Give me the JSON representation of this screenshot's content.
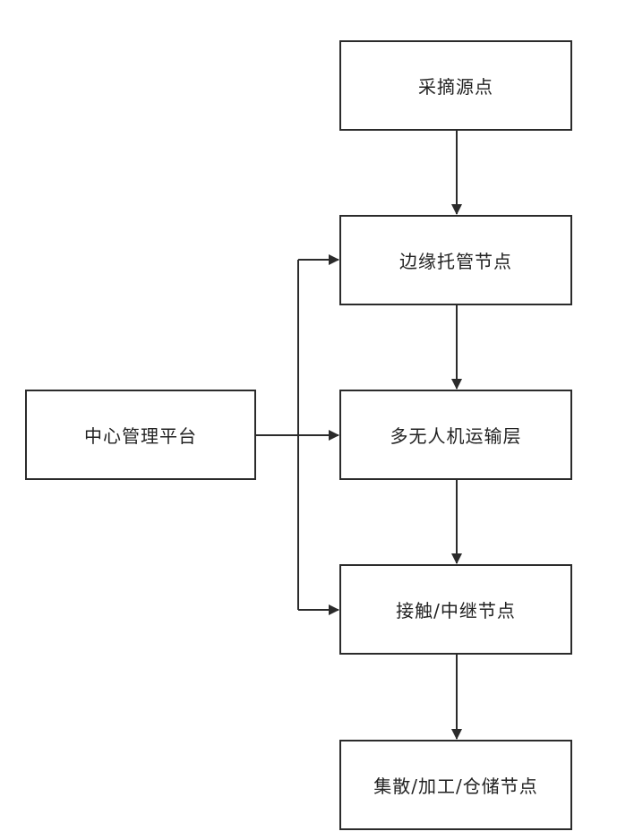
{
  "nodes": {
    "harvest_source": "采摘源点",
    "edge_hosting": "边缘托管节点",
    "multi_uav_transport": "多无人机运输层",
    "contact_relay": "接触/中继节点",
    "hub_processing_storage": "集散/加工/仓储节点",
    "central_platform": "中心管理平台"
  }
}
